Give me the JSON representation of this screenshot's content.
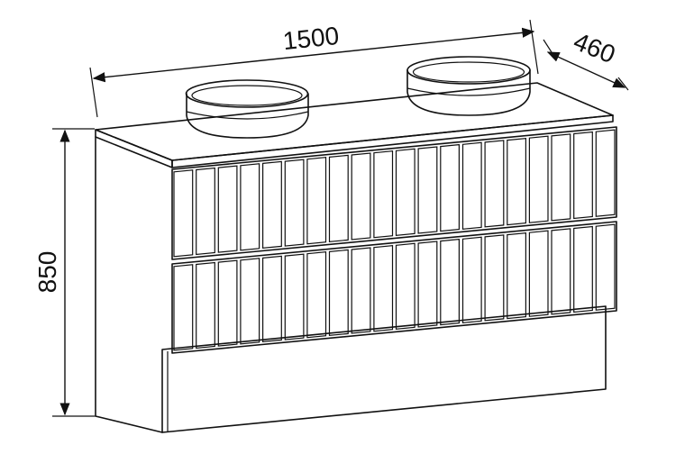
{
  "dimensions": {
    "width": "1500",
    "depth": "460",
    "height": "850"
  },
  "colors": {
    "line": "#111111",
    "background": "#ffffff"
  },
  "drawer_fronts": {
    "count": 2,
    "slats_per_front": 20
  }
}
